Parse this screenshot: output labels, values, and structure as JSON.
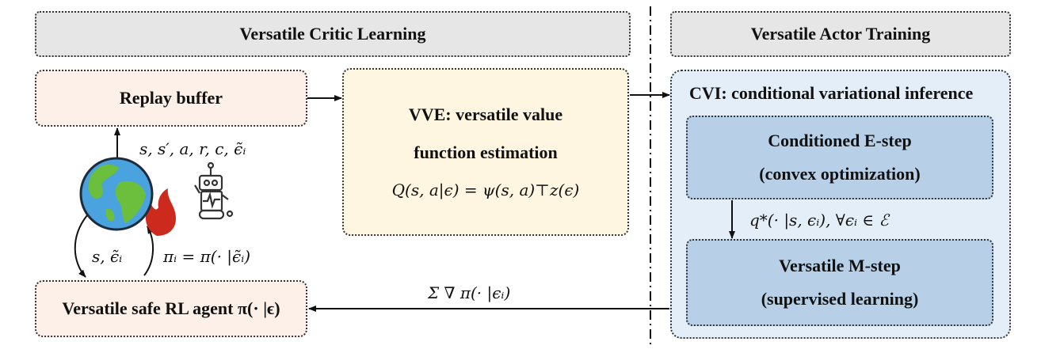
{
  "critic_header": "Versatile Critic Learning",
  "actor_header": "Versatile Actor Training",
  "replay_buffer": "Replay buffer",
  "vve_line1": "VVE: versatile value",
  "vve_line2": "function estimation",
  "vve_formula": "Q(s, a|ϵ) = ψ(s, a)⊤z(ϵ)",
  "cvi_title": "CVI: conditional variational inference",
  "estep_line1": "Conditioned E-step",
  "estep_line2": "(convex optimization)",
  "mstep_line1": "Versatile M-step",
  "mstep_line2": "(supervised learning)",
  "agent_label": "Versatile safe RL agent π(· |ϵ)",
  "tuple_label": "s, s′, a, r, c, ϵ̃ᵢ",
  "state_label": "s, ϵ̃ᵢ",
  "policy_label": "πᵢ = π(· |ϵ̃ᵢ)",
  "qstar_label": "q*(· |s, ϵᵢ), ∀ϵᵢ ∈ ℰ",
  "grad_label": "Σ ∇ π(· |ϵᵢ)",
  "colors": {
    "header_bg": "#e6e6e6",
    "peach_bg": "#fdf0e9",
    "cream_bg": "#fff6e2",
    "outer_blue_bg": "#e3eef8",
    "inner_blue_bg": "#b7d0e7"
  },
  "icons": [
    "earth-globe-icon",
    "fire-icon",
    "robot-icon"
  ]
}
